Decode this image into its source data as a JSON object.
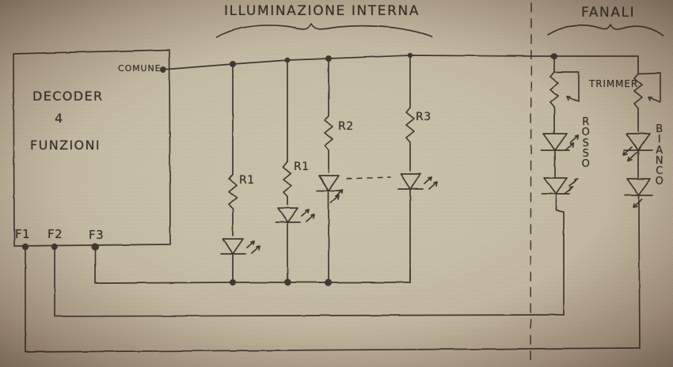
{
  "document": {
    "kind": "hand-drawn-schematic",
    "medium": "pen on paper",
    "background_color": "#c6bda6",
    "ink_color": "#2f2a24"
  },
  "sections": {
    "left": {
      "title": "ILLUMINAZIONE INTERNA",
      "brace": "curly-brace-down"
    },
    "right": {
      "title": "FANALI",
      "brace": "curly-brace-down"
    },
    "divider": "dashed-vertical-line"
  },
  "decoder": {
    "line1": "DECODER",
    "line2": "4",
    "line3": "FUNZIONI",
    "common_terminal": "COMUNE",
    "outputs": [
      {
        "label": "F1"
      },
      {
        "label": "F2"
      },
      {
        "label": "F3"
      }
    ]
  },
  "interior_branches": [
    {
      "resistor": "R1",
      "device": "led",
      "note": "resistor above led"
    },
    {
      "resistor": "R1",
      "device": "led",
      "note": "resistor above led"
    },
    {
      "resistor": "R2",
      "device": "led",
      "note": "repeated branch, left of dashed ellipsis"
    },
    {
      "resistor": "R3",
      "device": "led",
      "note": "repeated branch, right of dashed ellipsis"
    }
  ],
  "ellipsis": {
    "style": "dashed-horizontal",
    "meaning": "repeat"
  },
  "headlight_branches": [
    {
      "trimmer_label": "TRIMMER",
      "color_label": "ROSSO",
      "color_label_orientation": "vertical",
      "led_count": 2
    },
    {
      "trimmer_label": "",
      "color_label": "BIANCO",
      "color_label_orientation": "vertical",
      "led_count": 2
    }
  ],
  "labels": {
    "trimmer": "TRIMMER",
    "rosso": "ROSSO",
    "bianco": "BIANCO",
    "r1_a": "R1",
    "r1_b": "R1",
    "r2": "R2",
    "r3": "R3",
    "comune": "COMUNE",
    "f1": "F1",
    "f2": "F2",
    "f3": "F3",
    "decoder_1": "DECODER",
    "decoder_2": "4",
    "decoder_3": "FUNZIONI",
    "title_left": "ILLUMINAZIONE INTERNA",
    "title_right": "FANALI"
  }
}
